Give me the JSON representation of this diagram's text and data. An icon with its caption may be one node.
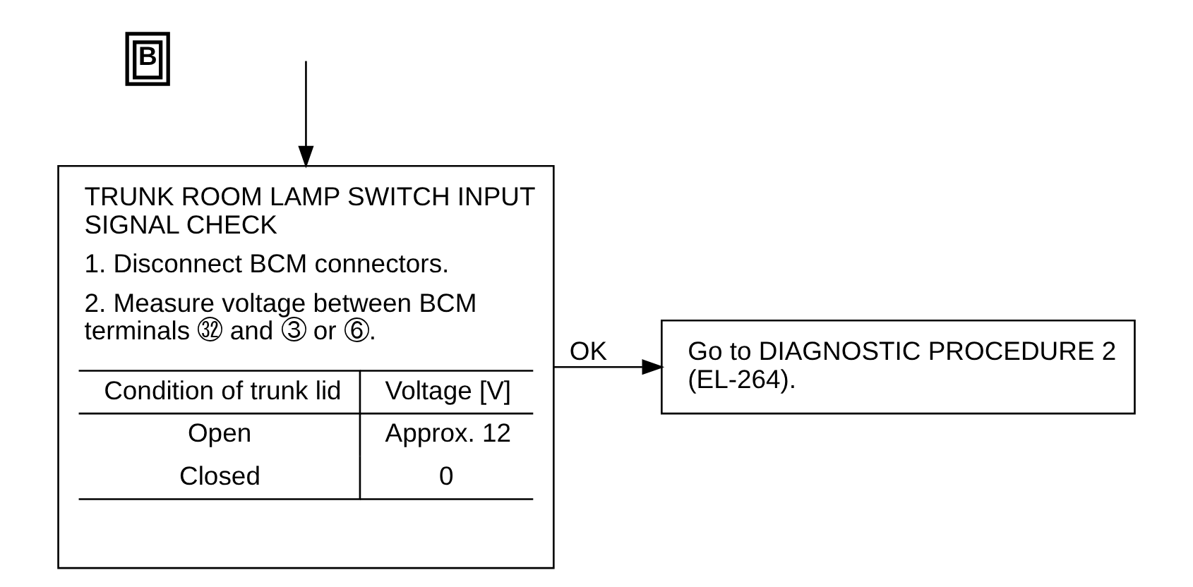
{
  "diagram": {
    "nodes": [
      {
        "text": [
          "TRUNK ROOM LAMP SWITCH INPUT SIGNAL CHECK",
          "1. Disconnect BCM connectors.",
          "2. Measure voltage between BCM terminals ㉜ and ③ or ⑥.",
          "Condition of trunk lid",
          "Voltage [V]",
          "Open",
          "Approx. 12",
          "Closed",
          "0"
        ]
      },
      {
        "text": [
          "Go to DIAGNOSTIC PROCEDURE 2 (EL-264)."
        ]
      }
    ],
    "edges": [
      {
        "from": null,
        "to": 0,
        "arrow": "to"
      },
      {
        "from": 0,
        "to": 1,
        "arrow": "to",
        "label": "OK"
      }
    ],
    "labels": [
      "B"
    ]
  }
}
